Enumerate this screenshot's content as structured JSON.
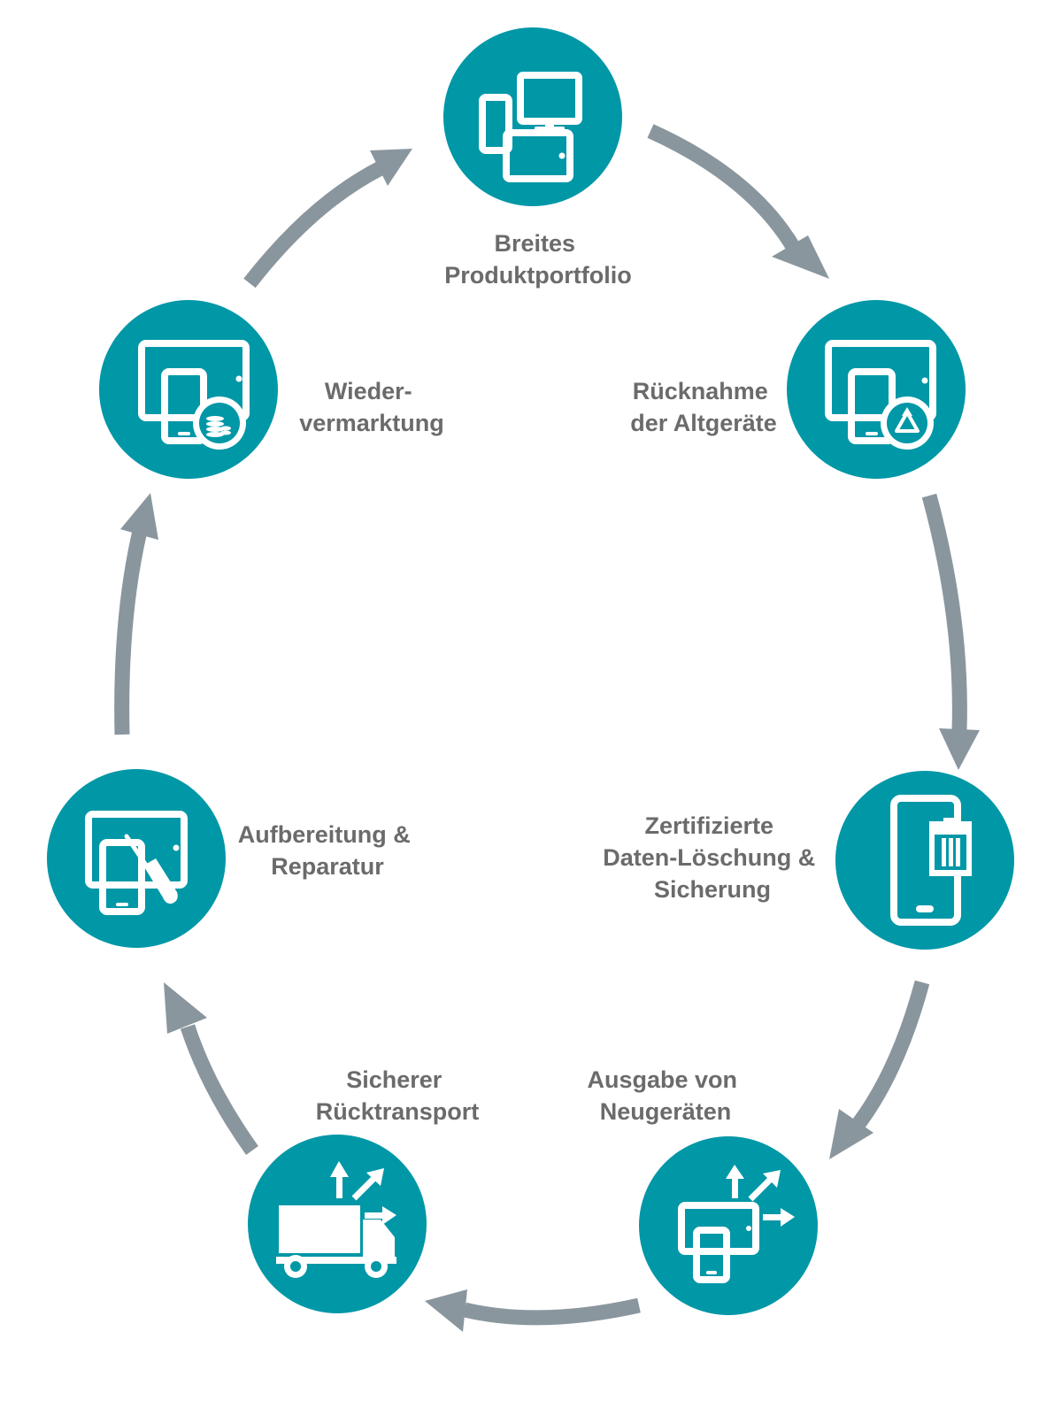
{
  "colors": {
    "node_fill": "#0097a7",
    "arrow": "#8a969e",
    "label_text": "#6b6b6b",
    "icon": "#ffffff"
  },
  "nodes": [
    {
      "id": "portfolio",
      "icon": "devices-icon",
      "lines": [
        "Breites",
        "Produktportfolio"
      ]
    },
    {
      "id": "ruecknahme",
      "icon": "tablet-recycle-icon",
      "lines": [
        "Rücknahme",
        "der Altgeräte"
      ]
    },
    {
      "id": "loeschung",
      "icon": "phone-trash-icon",
      "lines": [
        "Zertifizierte",
        "Daten-Löschung &",
        "Sicherung"
      ]
    },
    {
      "id": "ausgabe",
      "icon": "devices-arrows-icon",
      "lines": [
        "Ausgabe von",
        "Neugeräten"
      ]
    },
    {
      "id": "transport",
      "icon": "truck-arrows-icon",
      "lines": [
        "Sicherer",
        "Rücktransport"
      ]
    },
    {
      "id": "aufbereitung",
      "icon": "tablet-tool-icon",
      "lines": [
        "Aufbereitung &",
        "Reparatur"
      ]
    },
    {
      "id": "vermarktung",
      "icon": "tablet-coins-icon",
      "lines": [
        "Wieder-",
        "vermarktung"
      ]
    }
  ]
}
